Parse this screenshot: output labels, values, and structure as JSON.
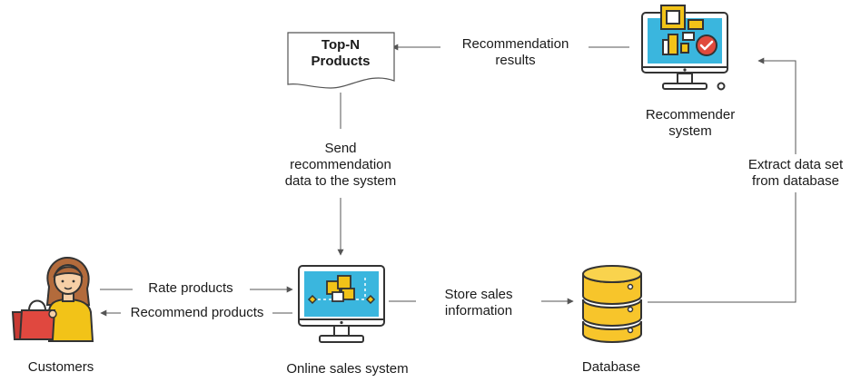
{
  "nodes": {
    "top_n": {
      "label": "Top-N\nProducts",
      "icon": "document-icon"
    },
    "recommender": {
      "label": "Recommender\nsystem",
      "icon": "qr-monitor-icon"
    },
    "customers": {
      "label": "Customers",
      "icon": "customer-icon"
    },
    "online_sales": {
      "label": "Online sales system",
      "icon": "sales-monitor-icon"
    },
    "database": {
      "label": "Database",
      "icon": "database-icon"
    }
  },
  "edges": {
    "recommendation_results": "Recommendation\nresults",
    "send_data": "Send\nrecommendation\ndata to the system",
    "rate_products": "Rate products",
    "recommend_products": "Recommend products",
    "store_sales": "Store sales\ninformation",
    "extract_data": "Extract data set\nfrom database"
  },
  "colors": {
    "line": "#555555",
    "monitor_frame": "#333333",
    "monitor_screen": "#3ab6de",
    "accent_yellow": "#f2c318",
    "accent_red": "#e04a3c",
    "db_body": "#f7c52b",
    "bag": "#e0483f",
    "hair": "#b36b3c"
  }
}
